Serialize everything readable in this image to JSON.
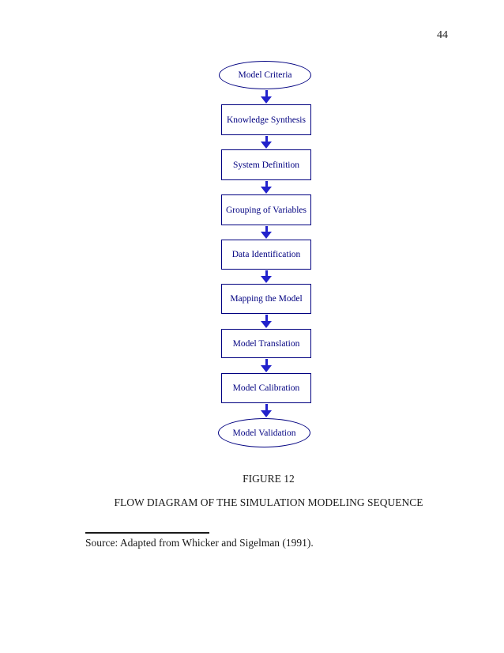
{
  "page": {
    "number": "44"
  },
  "flowchart": {
    "nodes": [
      {
        "label": "Model Criteria",
        "shape": "ellipse"
      },
      {
        "label": "Knowledge Synthesis",
        "shape": "rect"
      },
      {
        "label": "System Definition",
        "shape": "rect"
      },
      {
        "label": "Grouping of Variables",
        "shape": "rect"
      },
      {
        "label": "Data Identification",
        "shape": "rect"
      },
      {
        "label": "Mapping the Model",
        "shape": "rect"
      },
      {
        "label": "Model Translation",
        "shape": "rect"
      },
      {
        "label": "Model Calibration",
        "shape": "rect"
      },
      {
        "label": "Model Validation",
        "shape": "ellipse"
      }
    ],
    "colors": {
      "node_outline": "#000080",
      "node_text": "#000080",
      "arrow": "#2222cc"
    }
  },
  "caption": {
    "figure_label": "FIGURE 12",
    "figure_title": "FLOW DIAGRAM OF THE SIMULATION MODELING SEQUENCE"
  },
  "source_note": "Source: Adapted from Whicker and Sigelman (1991)."
}
